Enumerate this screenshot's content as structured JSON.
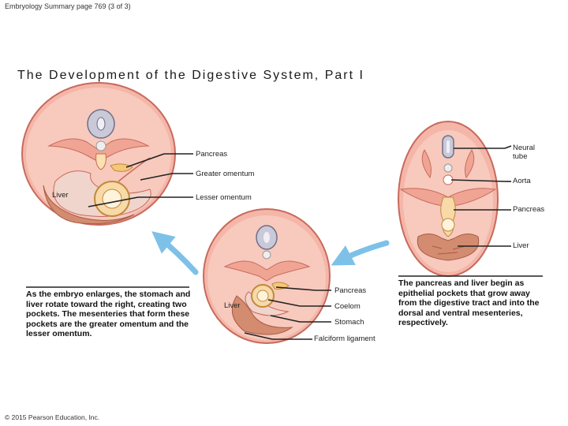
{
  "header": "Embryology Summary page 769 (3 of 3)",
  "title": "The Development of the Digestive System, Part I",
  "labels": {
    "pancreas_left": "Pancreas",
    "greater_omentum": "Greater omentum",
    "liver_left": "Liver",
    "lesser_omentum": "Lesser omentum",
    "neural_tube": "Neural tube",
    "aorta": "Aorta",
    "pancreas_right": "Pancreas",
    "liver_right": "Liver",
    "pancreas_mid": "Pancreas",
    "liver_mid": "Liver",
    "coelom": "Coelom",
    "stomach": "Stomach",
    "falciform": "Falciform ligament"
  },
  "captions": {
    "left": "As the embryo enlarges, the stomach and liver rotate toward the right, creating two pockets. The mesenteries that form these pockets are the greater omentum and the lesser omentum.",
    "right": "The pancreas and liver begin as epithelial pockets that grow away from the digestive tract and into the dorsal and ventral mesenteries, respectively."
  },
  "footer": "© 2015 Pearson Education, Inc.",
  "colors": {
    "body": "#f4b6a8",
    "outline": "#c76a5c",
    "liver": "#d48c70",
    "arrow": "#7ec1e8",
    "pancreas": "#f5c778"
  }
}
